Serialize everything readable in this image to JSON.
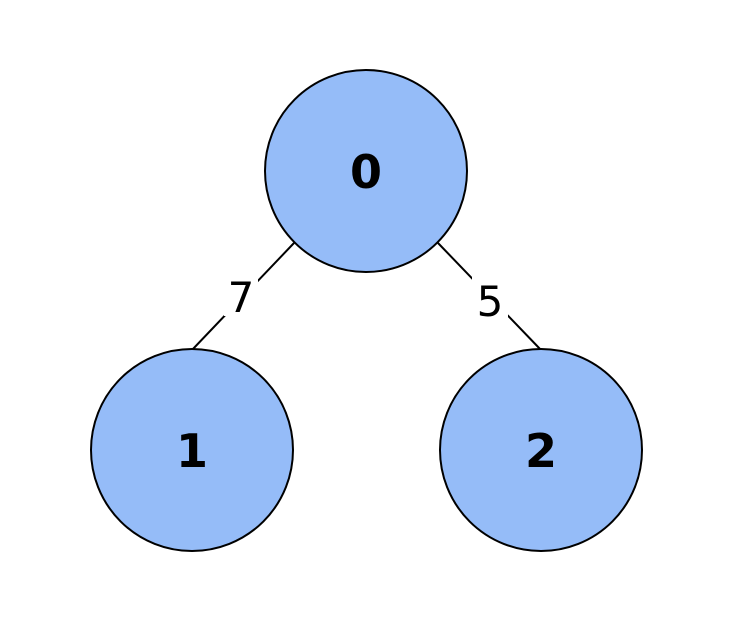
{
  "colors": {
    "node_fill": "#95bcf8",
    "node_stroke": "#000000",
    "edge_stroke": "#000000",
    "background": "#ffffff"
  },
  "nodes": [
    {
      "id": "0",
      "label": "0"
    },
    {
      "id": "1",
      "label": "1"
    },
    {
      "id": "2",
      "label": "2"
    }
  ],
  "edges": [
    {
      "from": "0",
      "to": "1",
      "weight": "7"
    },
    {
      "from": "0",
      "to": "2",
      "weight": "5"
    }
  ]
}
